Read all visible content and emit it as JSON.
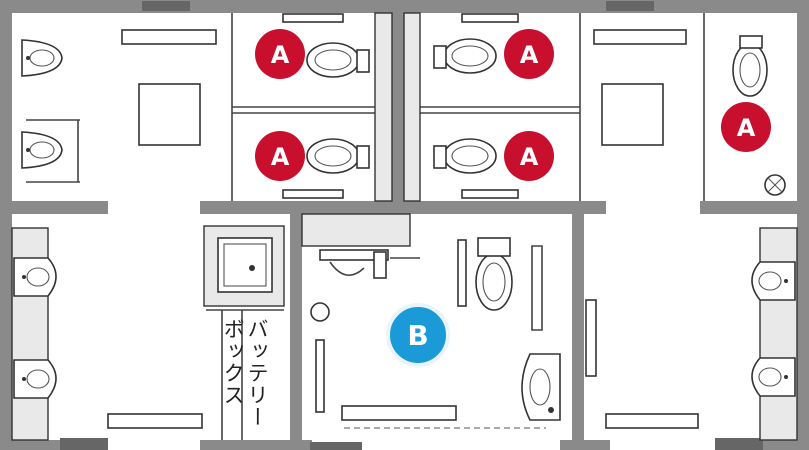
{
  "badges": {
    "type_a": "A",
    "type_b": "B"
  },
  "rooms": {
    "battery_box_label_col1": "バッテリー",
    "battery_box_label_col2": "ボックス"
  },
  "colors": {
    "badge_a": "#c8102e",
    "badge_b": "#1a9ad6",
    "wall": "#8a8a8a"
  }
}
